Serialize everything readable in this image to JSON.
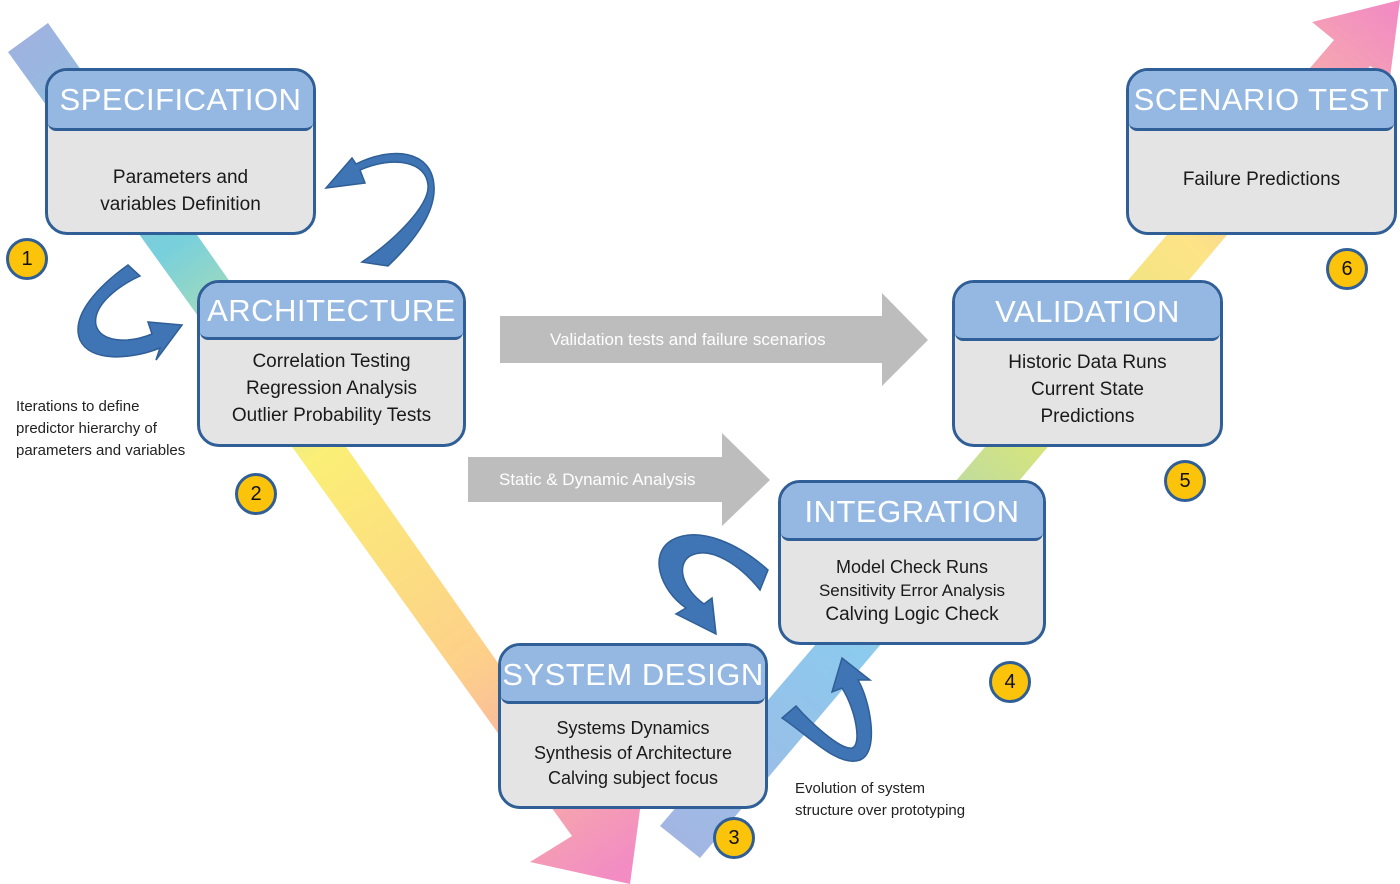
{
  "diagram": {
    "type": "V-model process",
    "stages": [
      {
        "step": "1",
        "title": "SPECIFICATION",
        "lines": [
          "Parameters and",
          "variables Definition"
        ]
      },
      {
        "step": "2",
        "title": "ARCHITECTURE",
        "lines": [
          "Correlation Testing",
          "Regression Analysis",
          "Outlier Probability Tests"
        ]
      },
      {
        "step": "3",
        "title": "SYSTEM DESIGN",
        "lines": [
          "Systems Dynamics",
          "Synthesis  of Architecture",
          "Calving subject focus"
        ]
      },
      {
        "step": "4",
        "title": "INTEGRATION",
        "lines": [
          "Model Check Runs",
          "Sensitivity Error Analysis",
          "Calving Logic Check"
        ]
      },
      {
        "step": "5",
        "title": "VALIDATION",
        "lines": [
          "Historic Data Runs",
          "Current State",
          "Predictions"
        ]
      },
      {
        "step": "6",
        "title": "SCENARIO TEST",
        "lines": [
          "Failure Predictions"
        ]
      }
    ],
    "links": [
      {
        "from": "ARCHITECTURE",
        "to": "VALIDATION",
        "label": "Validation tests and failure scenarios"
      },
      {
        "from": "ARCHITECTURE",
        "to": "INTEGRATION",
        "label": "Static & Dynamic Analysis"
      }
    ],
    "notes": {
      "iterations": [
        "Iterations to define",
        "predictor hierarchy of",
        "parameters and variables"
      ],
      "evolution": [
        "Evolution of system",
        "structure over prototyping"
      ]
    },
    "colors": {
      "header": "#95b8e2",
      "border": "#2f5f96",
      "body": "#e4e4e4",
      "badge": "#fcc30b",
      "loop_arrow": "#3f74b5",
      "link_arrow": "#bdbdbd"
    }
  }
}
